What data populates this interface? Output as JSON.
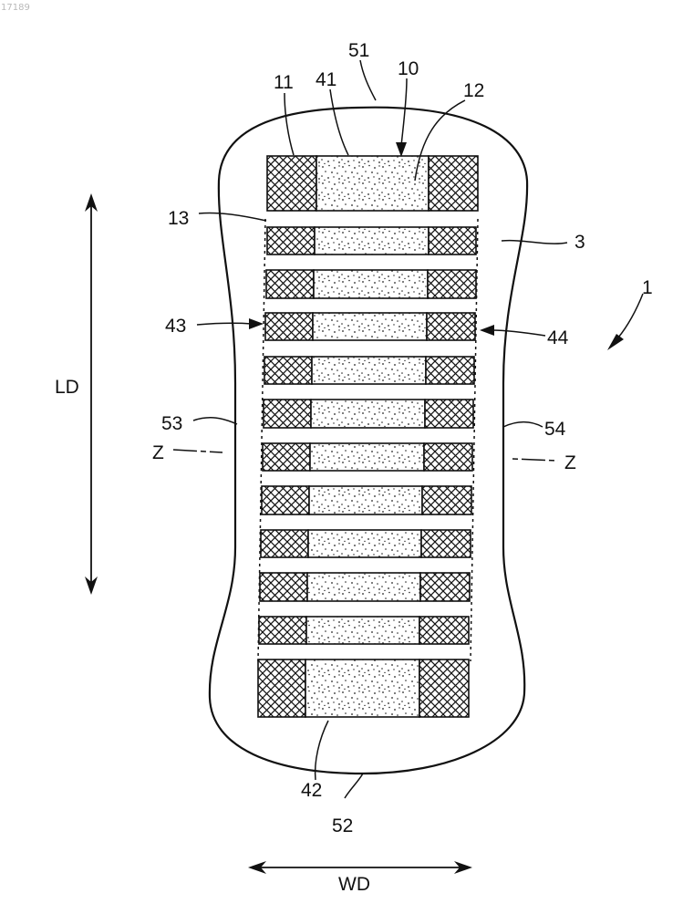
{
  "document_id": "17189",
  "reference_labels": {
    "product": "1",
    "absorbent_body": "3",
    "pattern_group": "10",
    "end_region": "11",
    "middle_region": "12",
    "gap": "13",
    "front_edge": "41",
    "rear_edge": "42",
    "left_edge": "43",
    "right_edge": "44",
    "front_end": "51",
    "rear_end": "52",
    "left_side": "53",
    "right_side": "54",
    "length_direction": "LD",
    "width_direction": "WD",
    "section_mark_left": "Z",
    "section_mark_right": "Z"
  },
  "pattern": {
    "band_count": 12,
    "region_order": [
      "crosshatch",
      "dotted",
      "crosshatch"
    ]
  }
}
